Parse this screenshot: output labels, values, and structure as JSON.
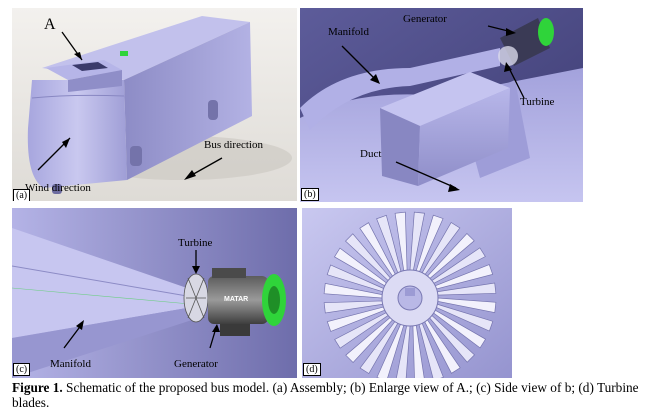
{
  "panels": {
    "a": {
      "tag": "(a)",
      "label_A": "A",
      "label_bus": "Bus direction",
      "label_wind": "Wind direction"
    },
    "b": {
      "tag": "(b)",
      "label_generator": "Generator",
      "label_manifold": "Manifold",
      "label_turbine": "Turbine",
      "label_duct": "Duct"
    },
    "c": {
      "tag": "(c)",
      "label_turbine": "Turbine",
      "label_manifold": "Manifold",
      "label_generator": "Generator",
      "label_brand": "MATAR"
    },
    "d": {
      "tag": "(d)"
    }
  },
  "caption": {
    "figure_label": "Figure 1.",
    "text": " Schematic of the proposed bus model. (a) Assembly; (b) Enlarge view of A.; (c) Side view of b; (d) Turbine blades."
  },
  "colors": {
    "body_lavender": "#a9a8dd",
    "background_grey": "#ece9e6",
    "dark_navy": "#2b2b5a",
    "generator_green": "#2fd43a"
  }
}
